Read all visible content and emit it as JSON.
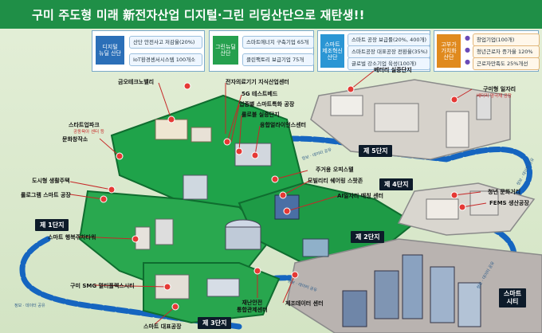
{
  "title": "구미 주도형 미래 新전자산업 디지털·그린 리딩산단으로 재탄생!!",
  "panels": {
    "digital": {
      "head": "디지털\n뉴딜 산단",
      "items": [
        "산단 안전사고 저감율(20%)",
        "IoT환경센서시스템 100개소"
      ],
      "color": "#2b6fb8"
    },
    "green": {
      "head": "그린뉴딜\n산단",
      "items": [
        "스마트에너지 구축기업 65개",
        "클린팩토리 보급기업 75개"
      ],
      "color": "#26a04e"
    },
    "smart": {
      "head": "스마트\n제조혁신\n산단",
      "items": [
        "스마트 공장 보급률(20%, 400개)",
        "스마트공장 대표공장 전환율(35%)",
        "글로벌 강소기업 육성(100개)"
      ],
      "color": "#2b96d4"
    },
    "value": {
      "head": "고부가\n가치화\n산단",
      "items": [
        "창업기업(100개)",
        "청년근로자 증가율 120%",
        "근로자만족도 25%개선"
      ],
      "color": "#e08a1e"
    }
  },
  "labels": {
    "geumo": "금오테크노밸리",
    "electronic_center": "전자의료기기 지식산업센터",
    "testbed_5g": "5G 테스트베드",
    "smart_factory": "업종별 스마트특화 공장",
    "rollable": "롤로블 실증단지",
    "convergence": "융합얼라이언스센터",
    "battery": "베터리 실증단지",
    "gumi_jobs": "구미형 일자리",
    "battery_plant": "베터리 양극재 공장",
    "startup_park": "스타트업파크",
    "startup_sub": "공동육아 센터 등",
    "culture": "문화창작소",
    "urban_housing": "도시형 생활주택",
    "rollable_smart": "롤로그램 스마트 공장",
    "residential_office": "주거용 오피스텔",
    "mobility_space": "모빌리티 쉐어링 스팟존",
    "ai_matching": "AI일자리 매칭 센터",
    "youth_culture": "청년 문화거리",
    "fems": "FEMS 생산공장",
    "happy_parking": "스마트 행복주차타워",
    "smg": "구미 SMG 멀티플렉스시티",
    "disaster_center": "재난안전\n통합관제센터",
    "data_center": "제조데이터 센터",
    "smart_rep": "스마트 대표공장",
    "flow_text": "정보 · 데이터 공유"
  },
  "zones": [
    "제 1단지",
    "제 2단지",
    "제 3단지",
    "제 4단지",
    "제 5단지",
    "스마트\n시티"
  ]
}
